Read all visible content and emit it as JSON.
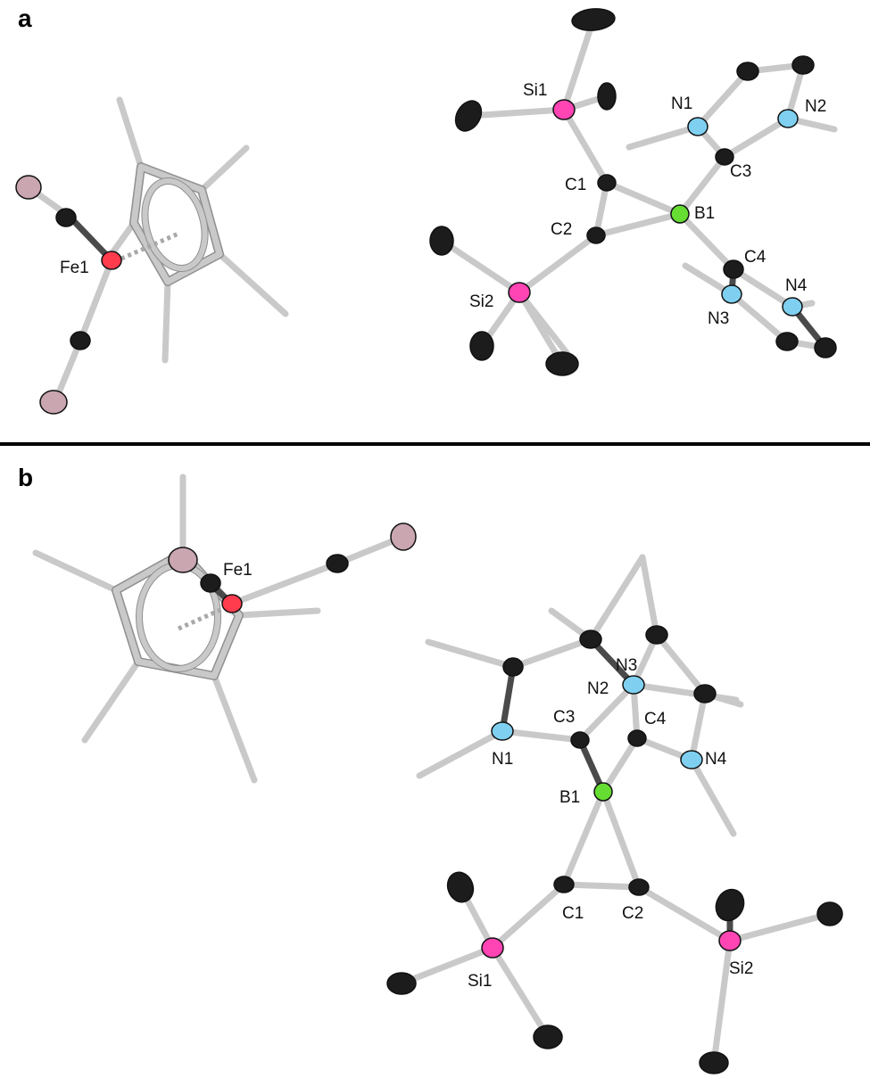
{
  "panels": [
    {
      "letter": "a",
      "labels": {
        "Fe1": "Fe1",
        "Si1": "Si1",
        "Si2": "Si2",
        "N1": "N1",
        "N2": "N2",
        "N3": "N3",
        "N4": "N4",
        "C1": "C1",
        "C2": "C2",
        "C3": "C3",
        "C4": "C4",
        "B1": "B1"
      }
    },
    {
      "letter": "b",
      "labels": {
        "Fe1": "Fe1",
        "Si1": "Si1",
        "Si2": "Si2",
        "N1": "N1",
        "N2": "N2",
        "N3": "N3",
        "N4": "N4",
        "C1": "C1",
        "C2": "C2",
        "C3": "C3",
        "C4": "C4",
        "B1": "B1"
      }
    }
  ],
  "colors": {
    "fe": "#ff3b4e",
    "si": "#ff44b4",
    "n": "#7fd0f0",
    "b": "#66dd33",
    "o": "#c9a6b0",
    "c": "#1c1c1c",
    "bond": "#c9c9c9"
  }
}
